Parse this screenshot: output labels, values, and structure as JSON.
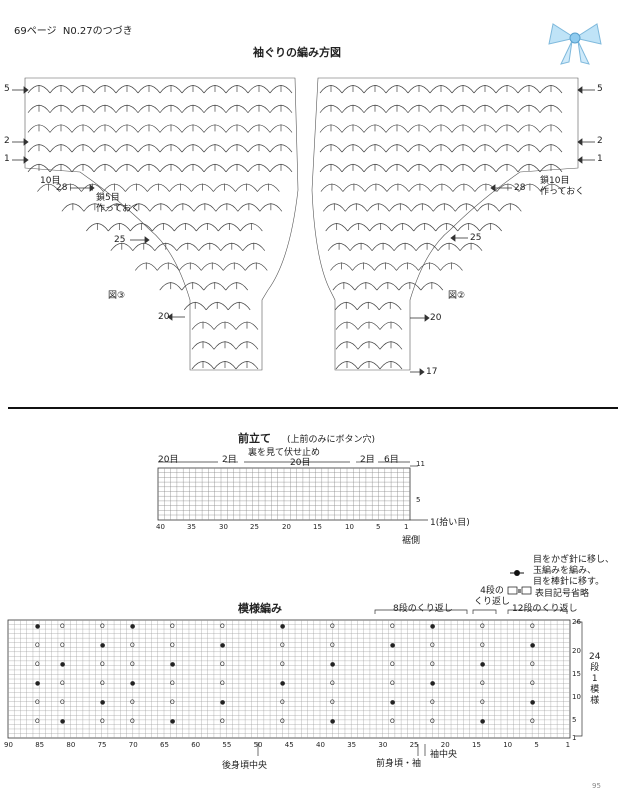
{
  "header": {
    "page": "69ページ",
    "continued": "N0.27のつづき"
  },
  "armhole": {
    "title": "袖ぐりの編み方図",
    "fig3": "図③",
    "fig2": "図②",
    "left_marks": {
      "r5": "5",
      "r2": "2",
      "r1": "1",
      "r10": "10目",
      "r28": "28",
      "r25": "25",
      "r20": "20"
    },
    "left_note": [
      "鎖5目",
      "作っておく"
    ],
    "right_marks": {
      "r5": "5",
      "r2": "2",
      "r1": "1",
      "r28": "28",
      "r25": "25",
      "r20": "20",
      "r17": "17"
    },
    "right_note": [
      "鎖10目",
      "作っておく"
    ]
  },
  "front_band": {
    "title": "前立て",
    "subtitle": "(上前のみにボタン穴)",
    "top_labels": [
      "20目",
      "2目",
      "20目",
      "2目",
      "6目"
    ],
    "note": "裏を見て伏せ止め",
    "row_marks": [
      "11",
      "5",
      "1(拾い目)"
    ],
    "axis": [
      "40",
      "35",
      "30",
      "25",
      "20",
      "15",
      "10",
      "5",
      "1"
    ],
    "hem_label": "裾側"
  },
  "legend": {
    "line1": "目をかぎ針に移し、",
    "line2": "玉編みを編み、",
    "line3": "目を棒針に移す。",
    "line4": "表目記号省略"
  },
  "pattern": {
    "title": "模様編み",
    "repeat8": "8段のくり返し",
    "repeat4": [
      "4段の",
      "くり返し"
    ],
    "repeat12": "12段のくり返し",
    "side_note": [
      "24",
      "段",
      "1",
      "模",
      "様"
    ],
    "rows": [
      "26",
      "20",
      "15",
      "10",
      "5",
      "1"
    ],
    "axis": [
      "90",
      "85",
      "80",
      "75",
      "70",
      "65",
      "60",
      "55",
      "50",
      "45",
      "40",
      "35",
      "30",
      "25",
      "20",
      "15",
      "10",
      "5",
      "1"
    ],
    "bottom_left": "後身頃中央",
    "bottom_mid": "前身頃・袖",
    "bottom_small": "袖中央"
  },
  "footer": {
    "page_no": "95"
  }
}
